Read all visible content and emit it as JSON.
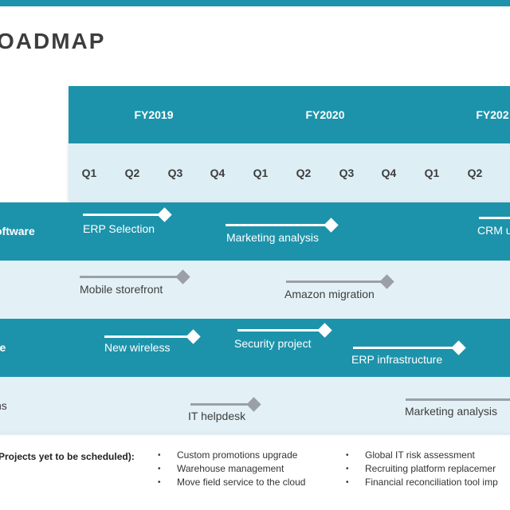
{
  "title": "OADMAP",
  "years": [
    "FY2019",
    "FY2020",
    "FY202"
  ],
  "quarters": [
    "Q1",
    "Q2",
    "Q3",
    "Q4",
    "Q1",
    "Q2",
    "Q3",
    "Q4",
    "Q1",
    "Q2"
  ],
  "rows": [
    {
      "label": "oftware",
      "style": "dark",
      "milestones": [
        {
          "label": "ERP Selection"
        },
        {
          "label": "Marketing analysis"
        },
        {
          "label": "CRM u"
        }
      ]
    },
    {
      "label": "",
      "style": "light",
      "milestones": [
        {
          "label": "Mobile storefront"
        },
        {
          "label": "Amazon migration"
        }
      ]
    },
    {
      "label": "re",
      "style": "dark",
      "milestones": [
        {
          "label": "New wireless"
        },
        {
          "label": "Security project"
        },
        {
          "label": "ERP infrastructure"
        }
      ]
    },
    {
      "label": "ns",
      "style": "light",
      "milestones": [
        {
          "label": "IT helpdesk"
        },
        {
          "label": "Marketing analysis"
        }
      ]
    }
  ],
  "unscheduled": {
    "label": "Projects yet to be scheduled):",
    "col1": [
      "Custom promotions upgrade",
      "Warehouse management",
      "Move field service to the cloud"
    ],
    "col2": [
      "Global IT risk assessment",
      "Recruiting platform replacemer",
      "Financial reconciliation tool imp"
    ]
  },
  "colors": {
    "accent": "#1d93ab",
    "light": "#e3f1f6",
    "milestone_light": "#9aa0a6"
  }
}
